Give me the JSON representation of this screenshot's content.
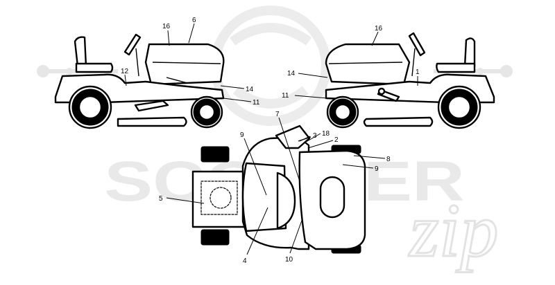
{
  "watermark": {
    "brand_text": "SCOOTER",
    "brand_script": "zip"
  },
  "callouts": {
    "left_mower": [
      "16",
      "6",
      "12",
      "14",
      "11"
    ],
    "right_mower": [
      "16",
      "14",
      "1",
      "11"
    ],
    "top_view": [
      "7",
      "9",
      "3",
      "18",
      "2",
      "8",
      "9",
      "5",
      "4",
      "10"
    ]
  }
}
